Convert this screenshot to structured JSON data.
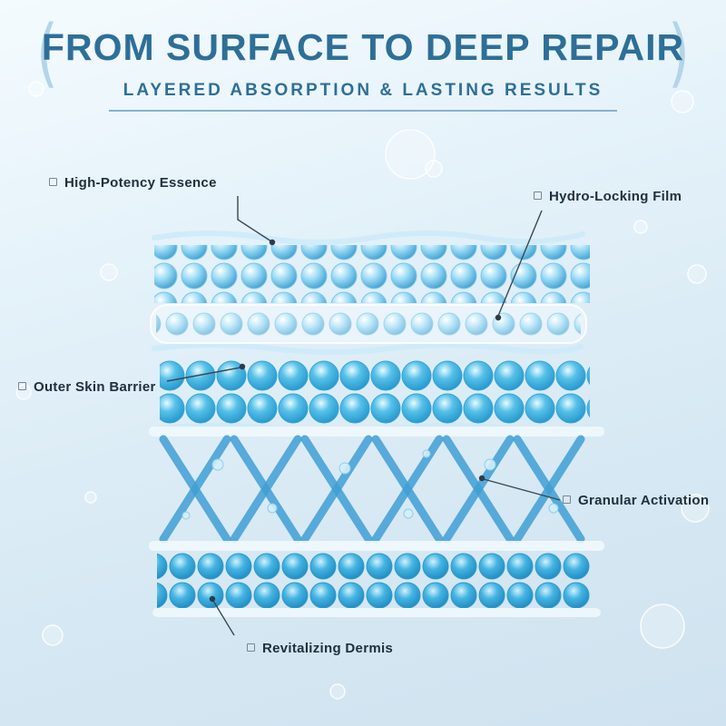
{
  "header": {
    "title": "FROM SURFACE TO DEEP REPAIR",
    "subtitle": "LAYERED ABSORPTION & LASTING RESULTS",
    "open_paren": "(",
    "close_paren": ")"
  },
  "labels": [
    {
      "id": "high-potency-essence",
      "text": "High-Potency Essence"
    },
    {
      "id": "hydro-locking-film",
      "text": "Hydro-Locking Film"
    },
    {
      "id": "outer-skin-barrier",
      "text": "Outer Skin Barrier"
    },
    {
      "id": "granular-activation",
      "text": "Granular Activation"
    },
    {
      "id": "revitalizing-dermis",
      "text": "Revitalizing Dermis"
    }
  ],
  "colors": {
    "headline_blue": "#2e6f97",
    "capsule_blue": "#3e9fd2",
    "dense_blue": "#1f93c9",
    "lattice_blue": "#3f9fd4",
    "background_light": "#e3f1f9"
  }
}
